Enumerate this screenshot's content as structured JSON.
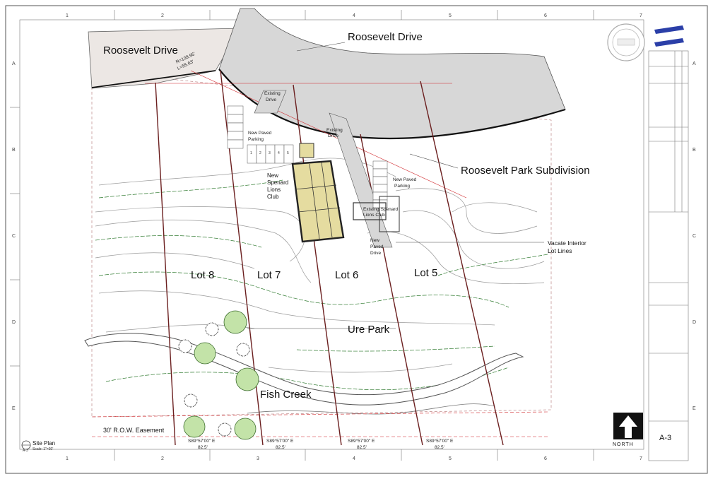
{
  "labels": {
    "roosevelt_drive_left": "Roosevelt Drive",
    "roosevelt_drive_right": "Roosevelt Drive",
    "curve_r": "R=139.95'",
    "curve_l": "L=55.63'",
    "subdivision": "Roosevelt Park Subdivision",
    "existing_drive_1": "Existing",
    "existing_drive_1b": "Drive",
    "existing_drive_2": "Existing",
    "existing_drive_2b": "Drive",
    "new_paved_parking_1": "New Paved",
    "new_paved_parking_1b": "Parking",
    "new_paved_parking_2": "New Paved",
    "new_paved_parking_2b": "Parking",
    "new_club_1": "New",
    "new_club_2": "Spenard",
    "new_club_3": "Lions",
    "new_club_4": "Club",
    "existing_club_1": "Existing Spenard",
    "existing_club_2": "Lions Club",
    "new_paved_drive_1": "New",
    "new_paved_drive_2": "Paved",
    "new_paved_drive_3": "Drive",
    "vacate_1": "Vacate Interior",
    "vacate_2": "Lot Lines",
    "lot8": "Lot 8",
    "lot7": "Lot 7",
    "lot6": "Lot 6",
    "lot5": "Lot 5",
    "ure_park": "Ure Park",
    "fish_creek": "Fish Creek",
    "row_easement": "30' R.O.W. Easement",
    "bearing_1": "S89°57'00\" E",
    "bearing_2": "S89°57'00\" E",
    "bearing_3": "S89°57'00\" E",
    "bearing_4": "S89°57'00\" E",
    "dist_1": "82.5'",
    "dist_2": "82.5'",
    "dist_3": "82.5'",
    "dist_4": "82.5'",
    "north": "NORTH",
    "sheet": "A-3",
    "plan_title": "Site Plan",
    "plan_scale": "Scale: 1\"=30'",
    "plan_ref": "A-3",
    "parking_nums": [
      "1",
      "2",
      "3",
      "4",
      "5"
    ],
    "col_nums": [
      "1",
      "2",
      "3",
      "4",
      "5",
      "6",
      "7"
    ],
    "row_letters": [
      "A",
      "B",
      "C",
      "D",
      "E"
    ]
  },
  "colors": {
    "road": "#d7d7d7",
    "road_left": "#ece7e4",
    "building": "#e5dca0",
    "contour_green": "#2f7a2f",
    "contour_gray": "#9a9a9a",
    "lot_line": "#6b1f1f",
    "dimension": "#d0262a",
    "tree": "#c3e3a8"
  },
  "icons": [
    "north-arrow-icon",
    "seal-icon",
    "comb-icon",
    "tree-icon"
  ]
}
